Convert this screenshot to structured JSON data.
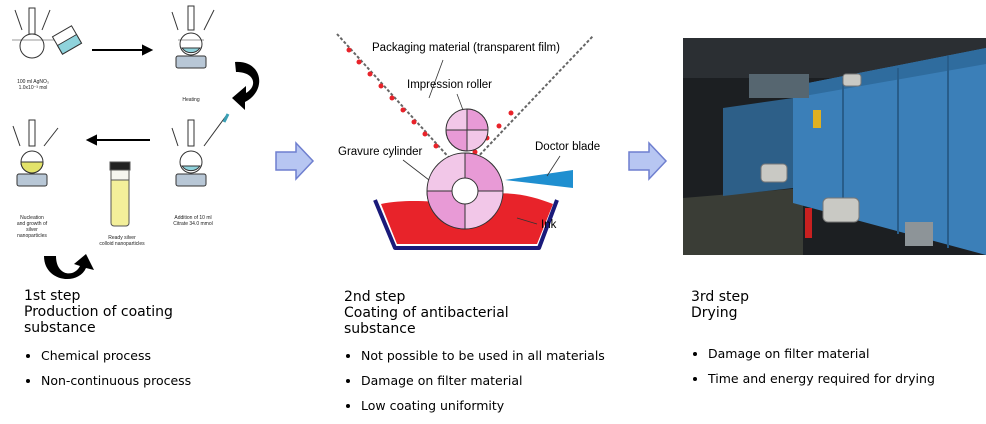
{
  "step1": {
    "number": "1st step",
    "title": "Production of coating substance",
    "bullets": [
      "Chemical process",
      "Non-continuous process"
    ],
    "labels": {
      "agno3_line1": "100 ml AgNO₃",
      "agno3_line2": "1.0x10⁻³ mol",
      "heating": "Heating",
      "addition_line1": "Addition of 10 ml",
      "addition_line2": "Citrate 34.0 mmol",
      "nucleation_line1": "Nucleation",
      "nucleation_line2": "and growth of",
      "nucleation_line3": "silver",
      "nucleation_line4": "nanoparticles",
      "ready_line1": "Ready silver",
      "ready_line2": "colloid nanoparticles"
    }
  },
  "step2": {
    "number": "2nd step",
    "title": "Coating of antibacterial substance",
    "bullets": [
      "Not possible to be used in all materials",
      "Damage on filter material",
      "Low coating uniformity"
    ],
    "labels": {
      "packaging": "Packaging material (transparent film)",
      "impression": "Impression roller",
      "gravure": "Gravure cylinder",
      "doctor": "Doctor blade",
      "ink": "Ink"
    }
  },
  "step3": {
    "number": "3rd step",
    "title": "Drying",
    "bullets": [
      "Damage on filter material",
      "Time and energy required for drying"
    ]
  },
  "colors": {
    "arrow_fill": "#b7c6f2",
    "arrow_stroke": "#6f7fcf",
    "ink_red": "#e8232a",
    "roller_pink": "#e89ad6",
    "roller_light": "#f2c7e8",
    "machine_blue": "#3b7fb8"
  }
}
